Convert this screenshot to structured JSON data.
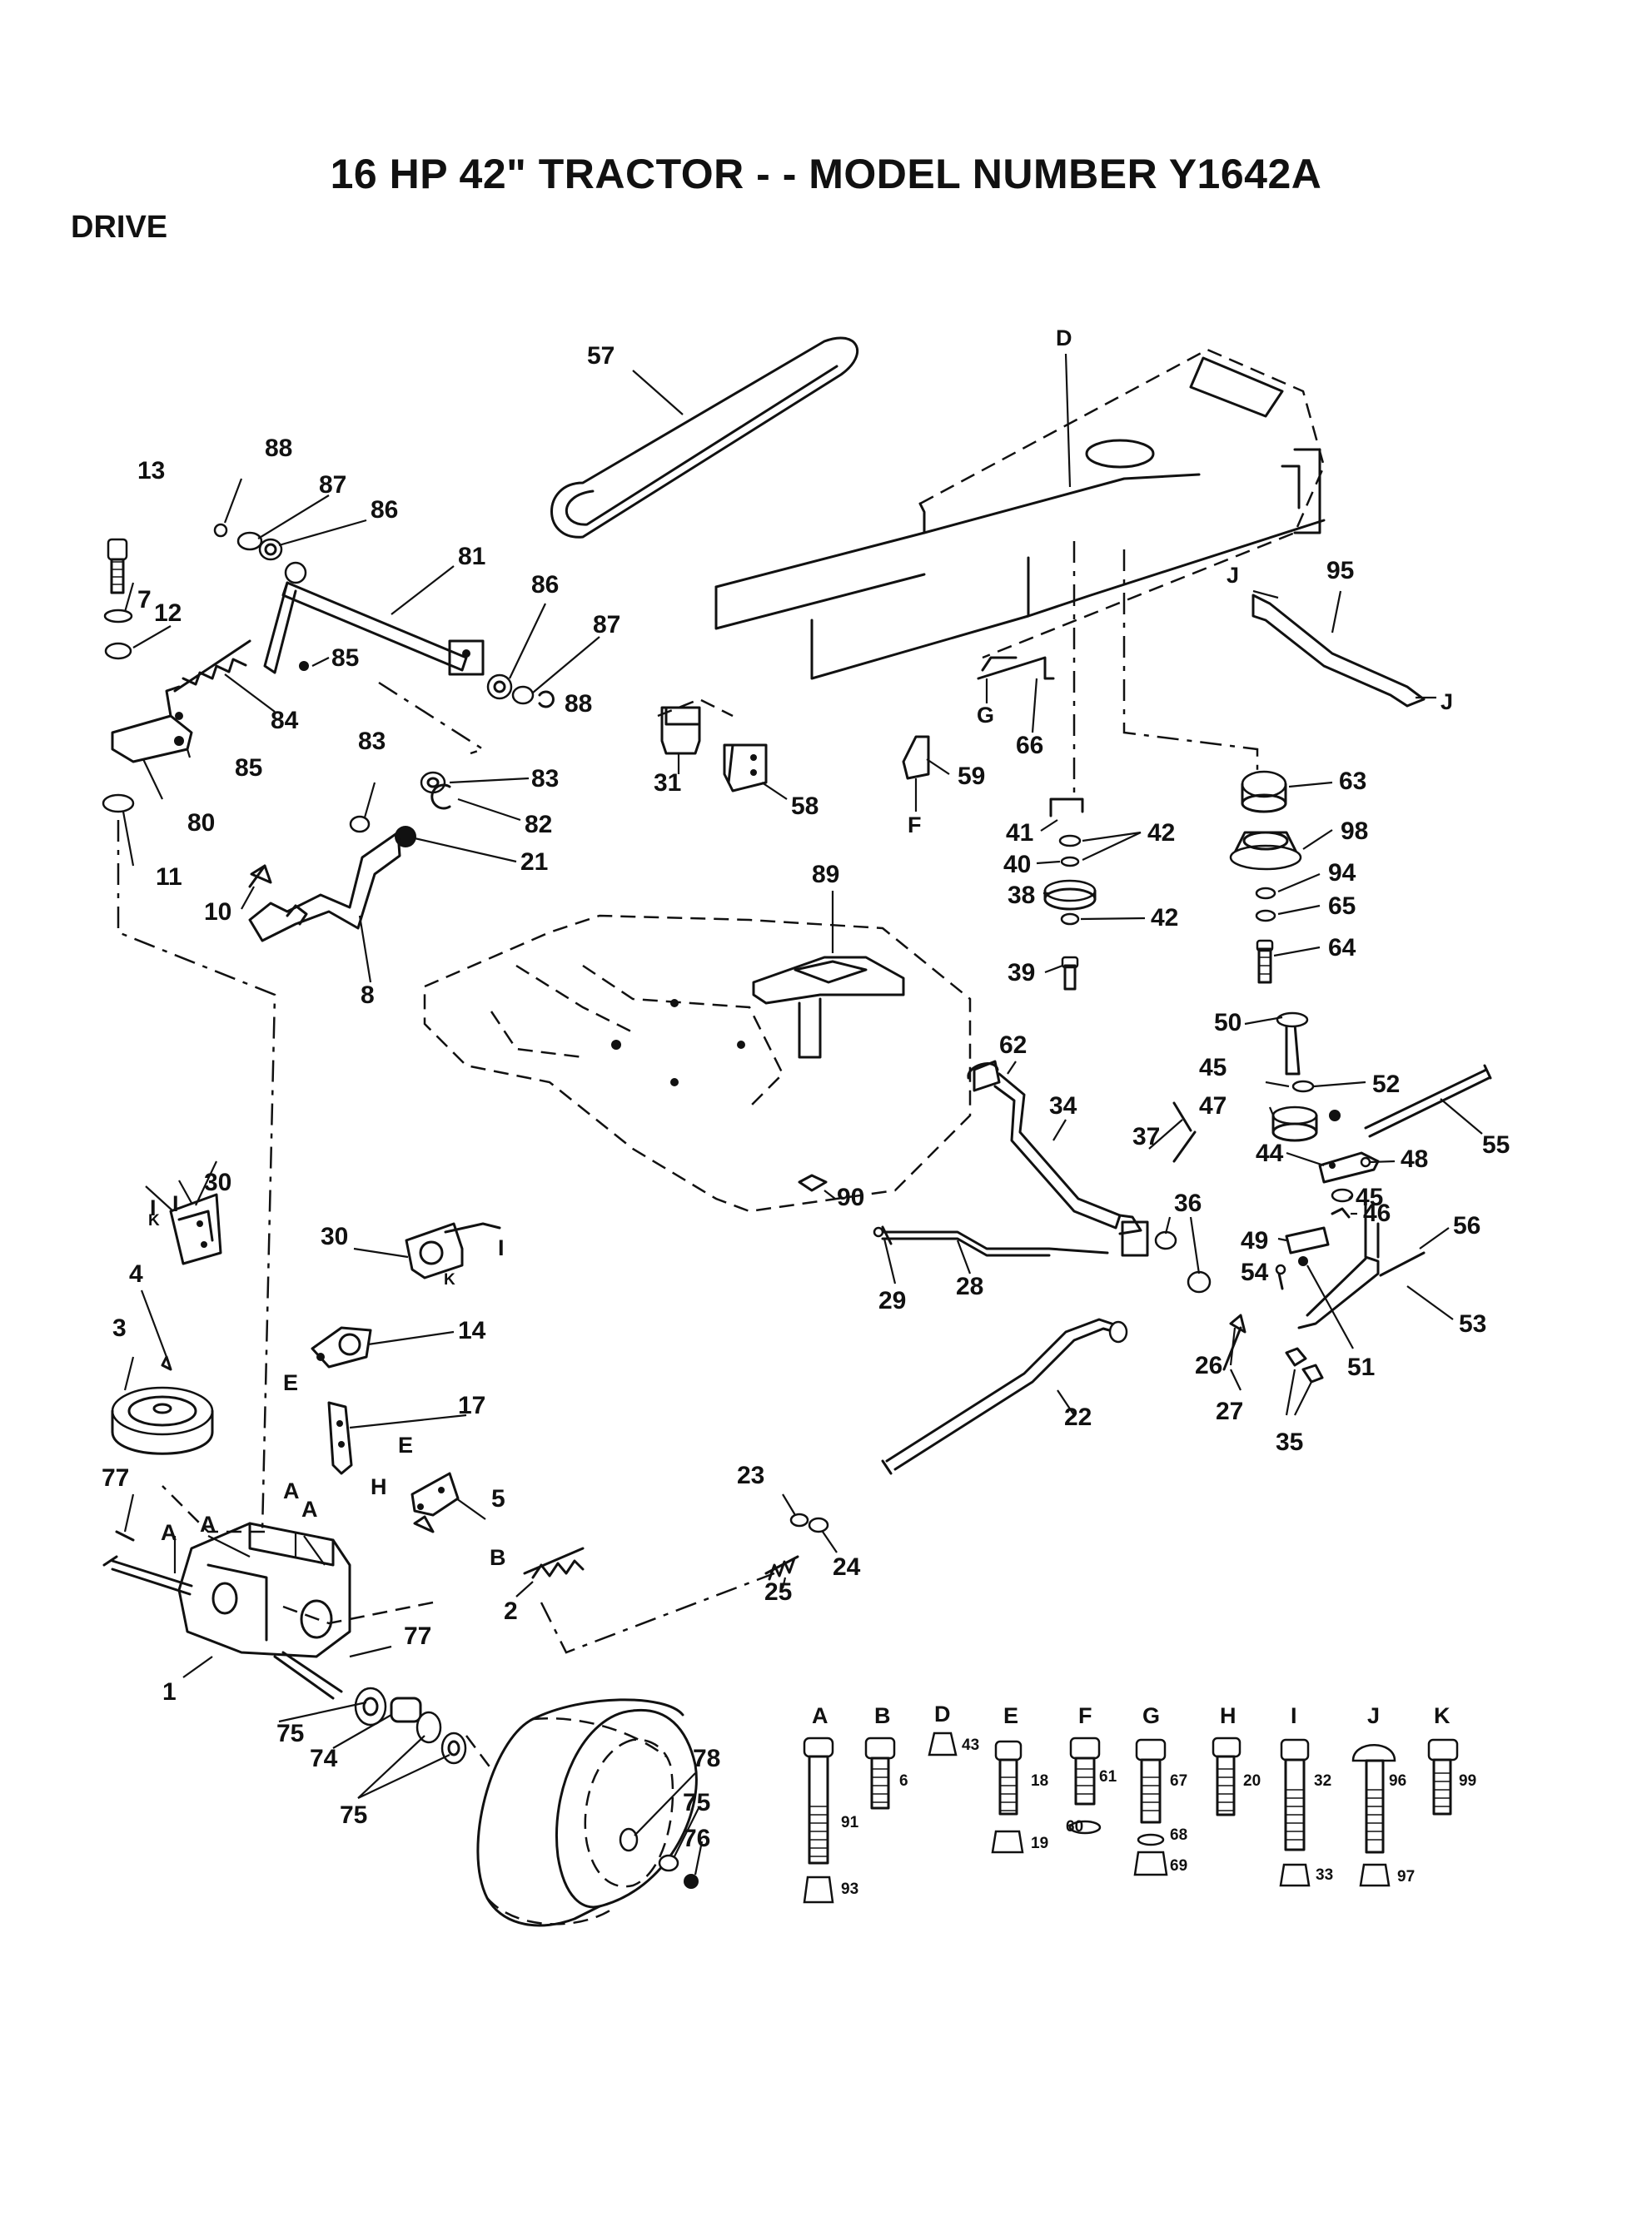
{
  "title": "16 HP 42\" TRACTOR - - MODEL NUMBER Y1642A",
  "section": "DRIVE",
  "callouts": {
    "p57": "57",
    "pD": "D",
    "p13": "13",
    "p88a": "88",
    "p87a": "87",
    "p86a": "86",
    "p81": "81",
    "p7": "7",
    "p12": "12",
    "p85a": "85",
    "p86b": "86",
    "p87b": "87",
    "p88b": "88",
    "p84": "84",
    "p85b": "85",
    "p80": "80",
    "p11": "11",
    "p83a": "83",
    "p83b": "83",
    "p82": "82",
    "p21": "21",
    "p10": "10",
    "p8": "8",
    "p31": "31",
    "p58": "58",
    "pG": "G",
    "p66": "66",
    "p59": "59",
    "pF": "F",
    "p95": "95",
    "pJ1": "J",
    "pJ2": "J",
    "p63": "63",
    "p98": "98",
    "p94": "94",
    "p65": "65",
    "p64": "64",
    "p41": "41",
    "p42a": "42",
    "p40": "40",
    "p38": "38",
    "p42b": "42",
    "p39": "39",
    "p89": "89",
    "p62": "62",
    "p34": "34",
    "p37": "37",
    "p50": "50",
    "p45a": "45",
    "p52": "52",
    "p47": "47",
    "p44": "44",
    "p48": "48",
    "p55": "55",
    "p45b": "45",
    "p46": "46",
    "p56": "56",
    "p49": "49",
    "p36": "36",
    "p54": "54",
    "p51": "51",
    "p53": "53",
    "p90": "90",
    "p29": "29",
    "p28": "28",
    "p26": "26",
    "p27": "27",
    "p35": "35",
    "p22": "22",
    "p30a": "30",
    "p30b": "30",
    "p4": "4",
    "p3": "3",
    "p14": "14",
    "pE1": "E",
    "p17": "17",
    "pE2": "E",
    "p5": "5",
    "pH": "H",
    "p77a": "77",
    "pA1": "A",
    "pA2": "A",
    "pA3": "A",
    "pA4": "A",
    "pB": "B",
    "p2": "2",
    "p23": "23",
    "p24": "24",
    "p25": "25",
    "p77b": "77",
    "p1": "1",
    "p75a": "75",
    "p74": "74",
    "p75b": "75",
    "p78": "78",
    "p75c": "75",
    "p76": "76",
    "pI1": "I",
    "pI2": "I",
    "pK1": "K",
    "pK2": "K",
    "pI3": "I"
  },
  "hardware": [
    {
      "letter": "A",
      "bolt": "91",
      "nut": "93"
    },
    {
      "letter": "B",
      "bolt": "6",
      "nut": ""
    },
    {
      "letter": "D",
      "bolt": "43",
      "nut": ""
    },
    {
      "letter": "E",
      "bolt": "18",
      "nut": "19"
    },
    {
      "letter": "F",
      "bolt": "61",
      "nut": "60"
    },
    {
      "letter": "G",
      "bolt": "67",
      "nut": "68",
      "extra": "69"
    },
    {
      "letter": "H",
      "bolt": "20",
      "nut": ""
    },
    {
      "letter": "I",
      "bolt": "32",
      "nut": "33"
    },
    {
      "letter": "J",
      "bolt": "96",
      "nut": "97"
    },
    {
      "letter": "K",
      "bolt": "99",
      "nut": ""
    }
  ]
}
